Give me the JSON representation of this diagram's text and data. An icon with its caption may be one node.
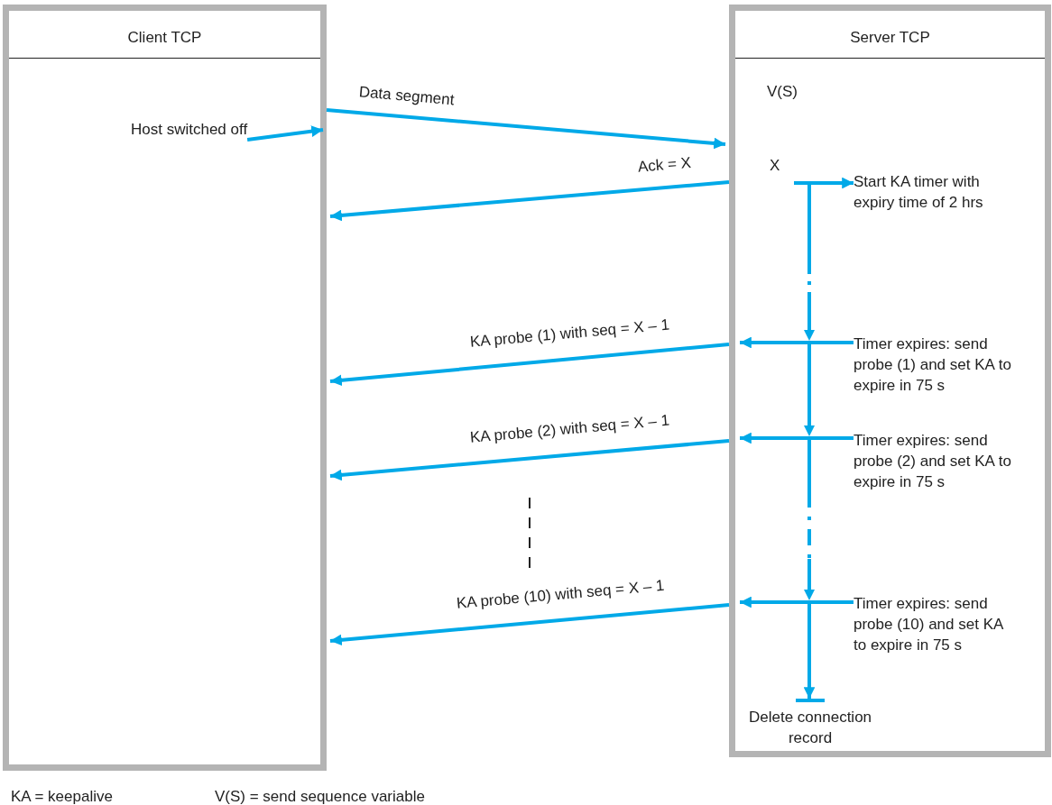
{
  "diagram": {
    "nodes": [
      {
        "text": [
          "Client TCP"
        ]
      },
      {
        "text": [
          "Server TCP"
        ]
      },
      {
        "text": [
          "Host switched off"
        ],
        "in": 0
      },
      {
        "text": [
          "Start KA timer with expiry time of 2 hrs"
        ],
        "in": 1
      },
      {
        "text": [
          "Timer expires: send probe (1) and set KA to expire in 75 s"
        ],
        "in": 1
      },
      {
        "text": [
          "Timer expires: send probe (2) and set KA to expire in 75 s"
        ],
        "in": 1
      },
      {
        "text": [
          "Timer expires: send probe (10) and set KA to expire in 75 s"
        ],
        "in": 1
      },
      {
        "text": [
          "Delete connection record"
        ],
        "in": 1
      }
    ],
    "edges": [
      {
        "from": 2,
        "to": 0,
        "arrow": "to"
      },
      {
        "from": 0,
        "to": 1,
        "arrow": "to",
        "label": "Data segment"
      },
      {
        "from": 1,
        "to": 0,
        "arrow": "to",
        "label": "Ack = X"
      },
      {
        "from": null,
        "to": 3,
        "arrow": "to"
      },
      {
        "from": 4,
        "to": null,
        "arrow": "to"
      },
      {
        "from": 1,
        "to": 0,
        "arrow": "to",
        "label": "KA probe (1) with seq = X – 1"
      },
      {
        "from": 5,
        "to": null,
        "arrow": "to"
      },
      {
        "from": 1,
        "to": 0,
        "arrow": "to",
        "label": "KA probe (2) with seq = X – 1"
      },
      {
        "from": 6,
        "to": null,
        "arrow": "to"
      },
      {
        "from": 1,
        "to": 0,
        "arrow": "to",
        "label": "KA probe (10) with seq = X – 1"
      },
      {
        "from": null,
        "to": 7,
        "arrow": "to"
      }
    ],
    "labels": [
      "V(S)",
      "X",
      "KA = keepalive",
      "V(S) = send sequence variable"
    ]
  }
}
